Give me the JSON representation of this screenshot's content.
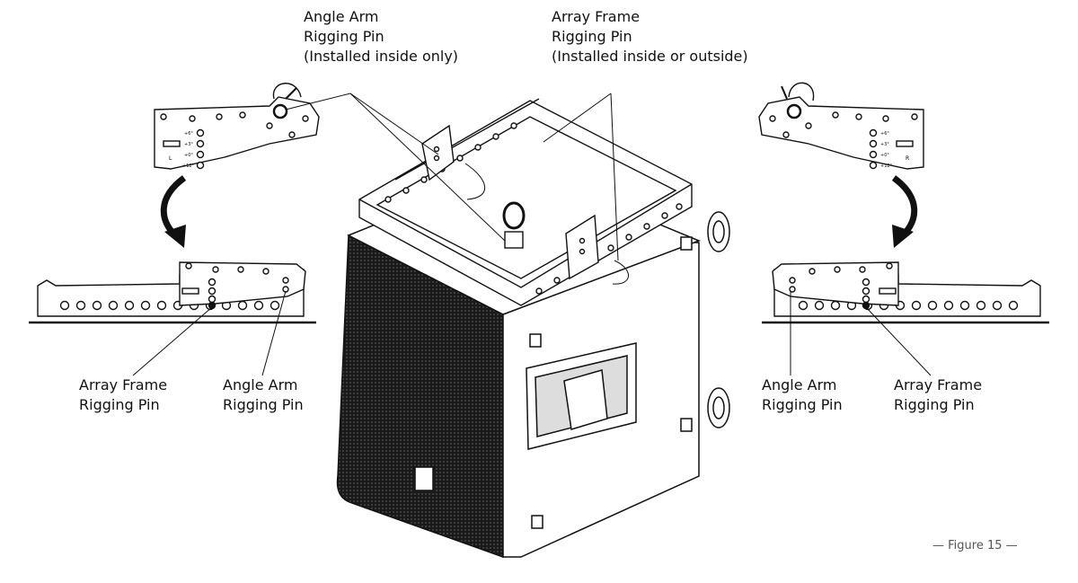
{
  "callouts": {
    "top_angle_arm": [
      "Angle Arm",
      "Rigging Pin",
      "(Installed inside only)"
    ],
    "top_array_frame": [
      "Array Frame",
      "Rigging Pin",
      "(Installed inside or outside)"
    ],
    "left_array_frame": [
      "Array Frame",
      "Rigging Pin"
    ],
    "left_angle_arm": [
      "Angle Arm",
      "Rigging Pin"
    ],
    "right_angle_arm": [
      "Angle Arm",
      "Rigging Pin"
    ],
    "right_array_frame": [
      "Array Frame",
      "Rigging Pin"
    ]
  },
  "caption": "— Figure 15 —",
  "bracket_marks": [
    "+6°",
    "+3°",
    "+0°",
    "+12°"
  ],
  "bracket_side": {
    "left": "L",
    "right": "R"
  }
}
